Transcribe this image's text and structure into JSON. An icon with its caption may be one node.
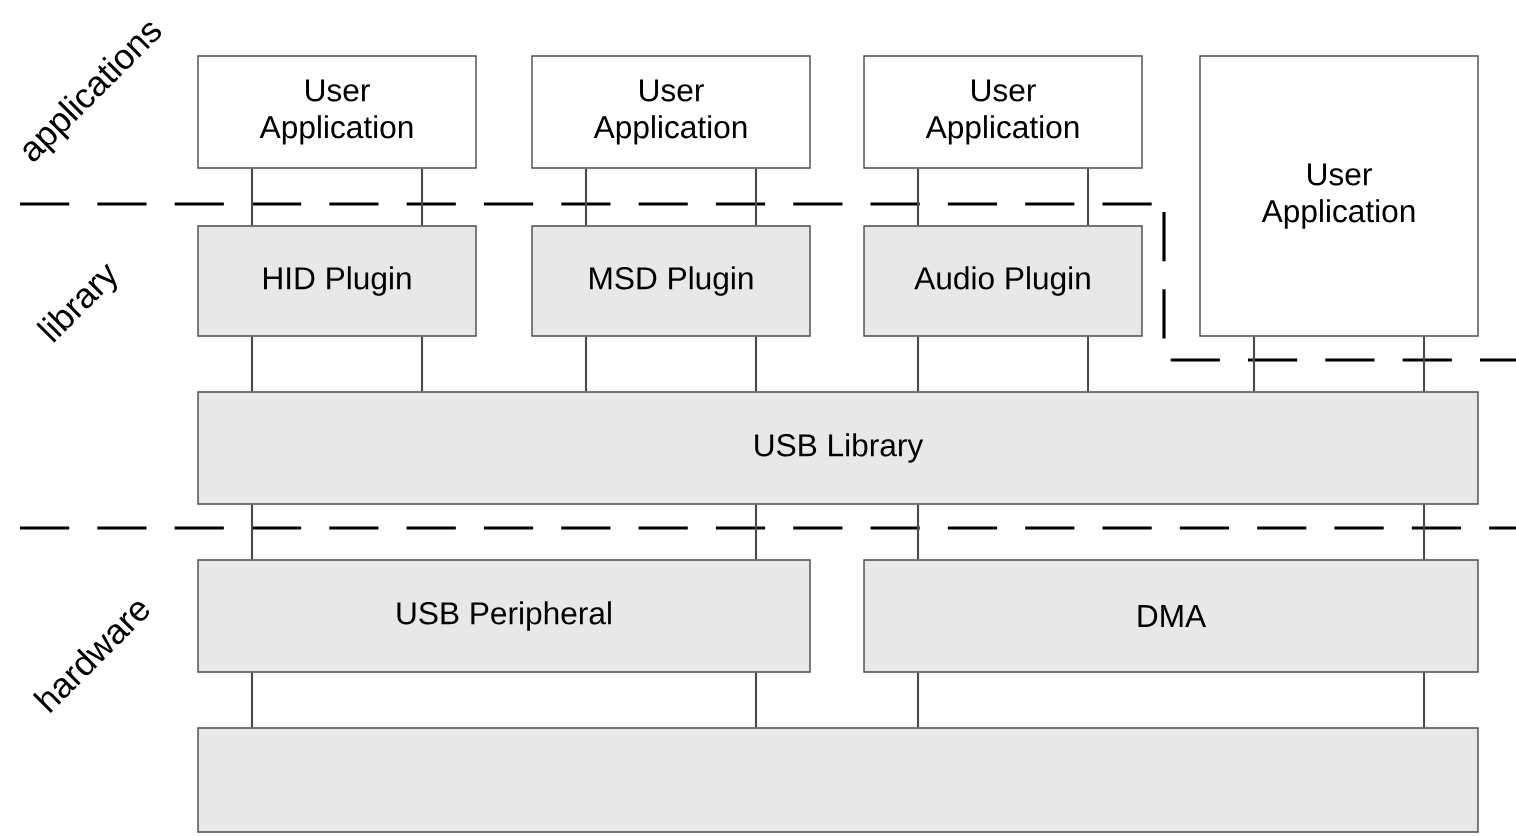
{
  "diagram": {
    "nodes": [
      {
        "text": [
          "User Application"
        ]
      },
      {
        "text": [
          "User Application"
        ]
      },
      {
        "text": [
          "User Application"
        ]
      },
      {
        "text": [
          "User Application"
        ]
      },
      {
        "text": [
          "HID Plugin"
        ]
      },
      {
        "text": [
          "MSD Plugin"
        ]
      },
      {
        "text": [
          "Audio Plugin"
        ]
      },
      {
        "text": [
          "USB Library"
        ]
      },
      {
        "text": [
          "USB Peripheral"
        ]
      },
      {
        "text": [
          "DMA"
        ]
      },
      {
        "text": [],
        "shape": "box"
      }
    ],
    "edges": [
      {
        "from": 0,
        "to": 4,
        "arrow": "none"
      },
      {
        "from": 0,
        "to": 4,
        "arrow": "none"
      },
      {
        "from": 1,
        "to": 5,
        "arrow": "none"
      },
      {
        "from": 1,
        "to": 5,
        "arrow": "none"
      },
      {
        "from": 2,
        "to": 6,
        "arrow": "none"
      },
      {
        "from": 2,
        "to": 6,
        "arrow": "none"
      },
      {
        "from": 4,
        "to": 7,
        "arrow": "none"
      },
      {
        "from": 4,
        "to": 7,
        "arrow": "none"
      },
      {
        "from": 5,
        "to": 7,
        "arrow": "none"
      },
      {
        "from": 5,
        "to": 7,
        "arrow": "none"
      },
      {
        "from": 6,
        "to": 7,
        "arrow": "none"
      },
      {
        "from": 6,
        "to": 7,
        "arrow": "none"
      },
      {
        "from": 3,
        "to": 7,
        "arrow": "none"
      },
      {
        "from": 3,
        "to": 7,
        "arrow": "none"
      },
      {
        "from": 7,
        "to": 8,
        "arrow": "none"
      },
      {
        "from": 7,
        "to": 8,
        "arrow": "none"
      },
      {
        "from": 7,
        "to": 9,
        "arrow": "none"
      },
      {
        "from": 7,
        "to": 9,
        "arrow": "none"
      },
      {
        "from": 8,
        "to": 10,
        "arrow": "none"
      },
      {
        "from": 8,
        "to": 10,
        "arrow": "none"
      },
      {
        "from": 9,
        "to": 10,
        "arrow": "none"
      },
      {
        "from": 9,
        "to": 10,
        "arrow": "none"
      }
    ],
    "labels": [
      "applications",
      "library",
      "hardware"
    ]
  }
}
